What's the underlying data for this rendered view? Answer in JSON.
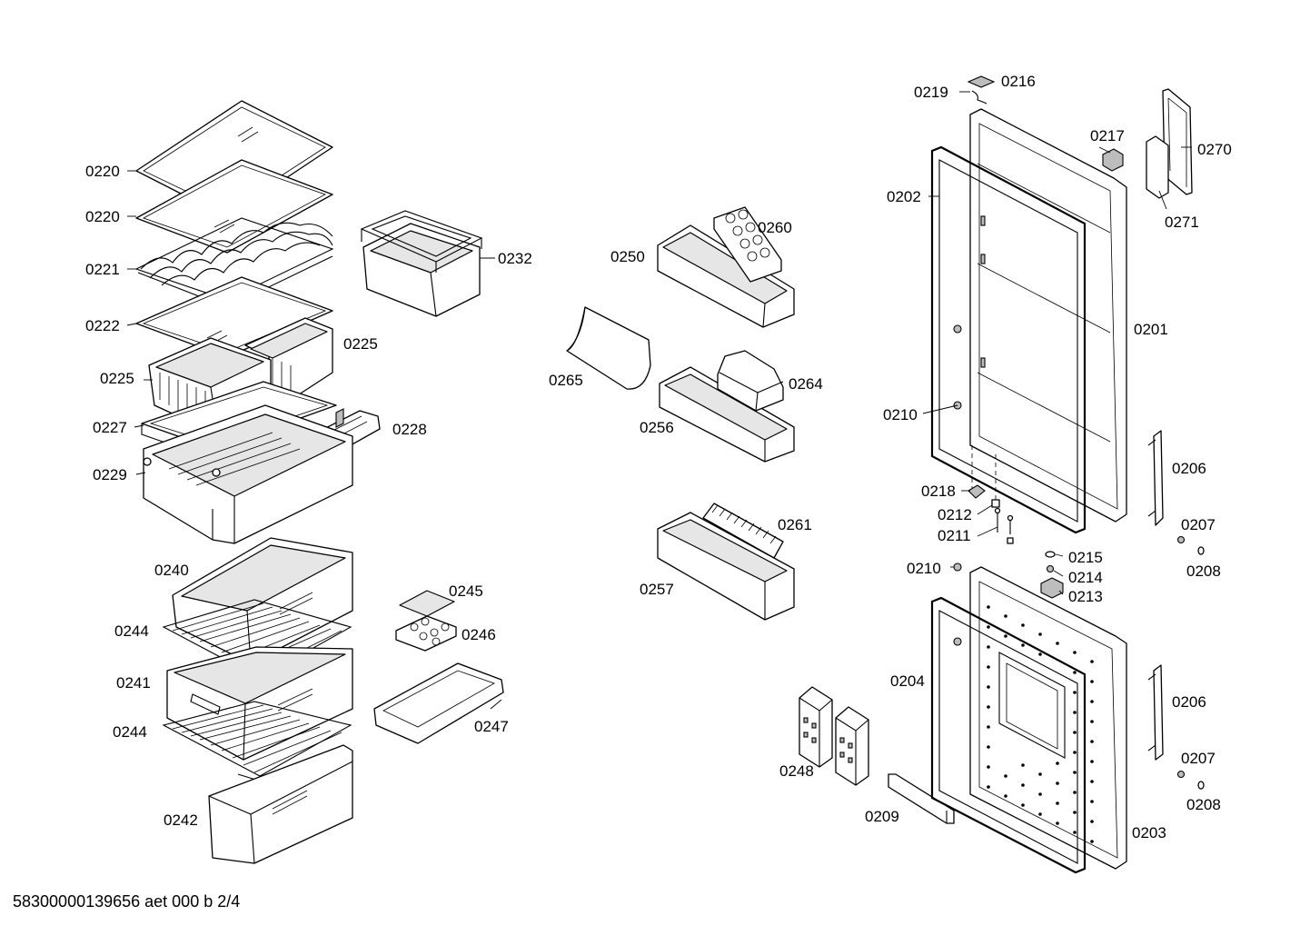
{
  "document_id": "58300000139656 aet 000 b 2/4",
  "part_labels": {
    "l0220a": "0220",
    "l0220b": "0220",
    "l0221": "0221",
    "l0222": "0222",
    "l0225a": "0225",
    "l0225b": "0225",
    "l0227": "0227",
    "l0228": "0228",
    "l0229": "0229",
    "l0232": "0232",
    "l0240": "0240",
    "l0241": "0241",
    "l0242": "0242",
    "l0244a": "0244",
    "l0244b": "0244",
    "l0245": "0245",
    "l0246": "0246",
    "l0247": "0247",
    "l0250": "0250",
    "l0260": "0260",
    "l0265": "0265",
    "l0256": "0256",
    "l0264": "0264",
    "l0261": "0261",
    "l0257": "0257",
    "l0248": "0248",
    "l0209": "0209",
    "l0219": "0219",
    "l0216": "0216",
    "l0217": "0217",
    "l0270": "0270",
    "l0271": "0271",
    "l0202": "0202",
    "l0201": "0201",
    "l0210a": "0210",
    "l0210b": "0210",
    "l0218": "0218",
    "l0212": "0212",
    "l0211": "0211",
    "l0215": "0215",
    "l0214": "0214",
    "l0213": "0213",
    "l0206a": "0206",
    "l0206b": "0206",
    "l0207a": "0207",
    "l0207b": "0207",
    "l0208a": "0208",
    "l0208b": "0208",
    "l0204": "0204",
    "l0203": "0203"
  }
}
